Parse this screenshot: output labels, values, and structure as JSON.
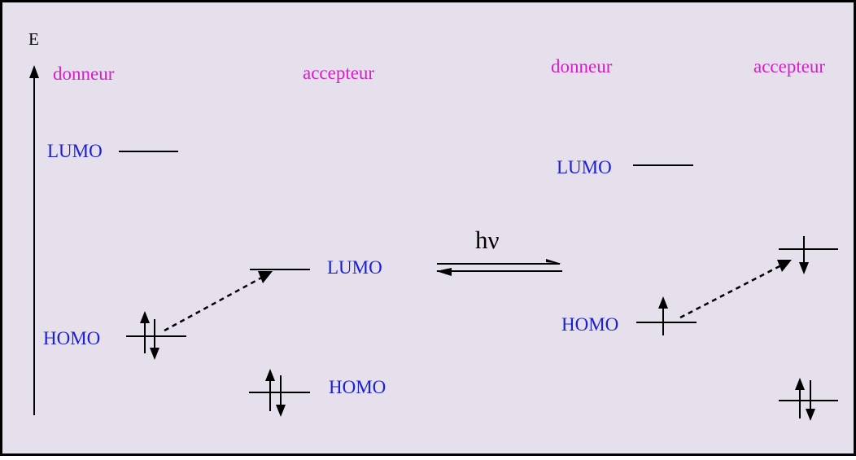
{
  "colors": {
    "background": "#e6dfec",
    "frame": "#000000",
    "title": "#d61fc8",
    "label": "#1a20d6",
    "line": "#000000"
  },
  "axis": {
    "label": "E"
  },
  "left_panel": {
    "donor_title": "donneur",
    "acceptor_title": "accepteur",
    "donor_lumo": "LUMO",
    "donor_homo": "HOMO",
    "acceptor_lumo": "LUMO",
    "acceptor_homo": "HOMO"
  },
  "middle": {
    "photon": "hν"
  },
  "right_panel": {
    "donor_title": "donneur",
    "acceptor_title": "accepteur",
    "donor_lumo": "LUMO",
    "donor_homo": "HOMO"
  },
  "icons": {
    "spin_up": "spin-up-arrow-icon",
    "spin_down": "spin-down-arrow-icon",
    "equilibrium": "equilibrium-arrows-icon",
    "transfer": "dotted-transfer-arrow-icon"
  }
}
